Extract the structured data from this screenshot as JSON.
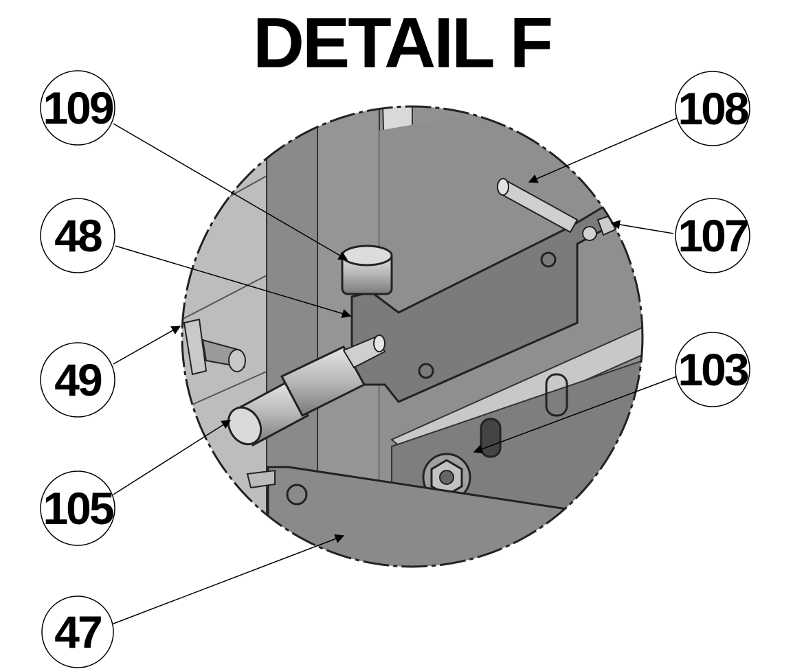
{
  "title": "DETAIL F",
  "callouts": [
    {
      "id": "109",
      "label": "109"
    },
    {
      "id": "108",
      "label": "108"
    },
    {
      "id": "48",
      "label": "48"
    },
    {
      "id": "107",
      "label": "107"
    },
    {
      "id": "49",
      "label": "49"
    },
    {
      "id": "103",
      "label": "103"
    },
    {
      "id": "105",
      "label": "105"
    },
    {
      "id": "47",
      "label": "47"
    }
  ],
  "colors": {
    "ink": "#000000",
    "metal_dark": "#6f6f6f",
    "metal_mid": "#8c8c8c",
    "metal_light": "#b4b4b4"
  }
}
